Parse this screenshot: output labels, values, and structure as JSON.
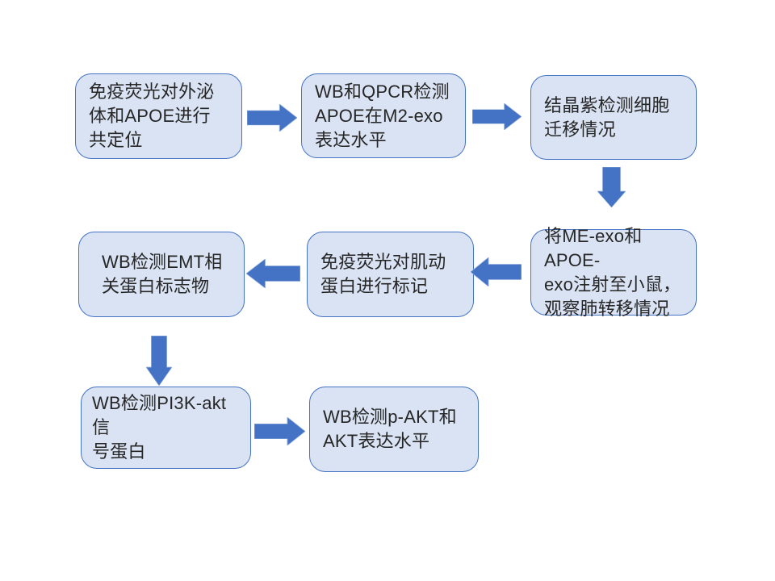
{
  "flowchart": {
    "title": "Experimental workflow flowchart (APOE / M2-exo study)",
    "colors": {
      "background": "#ffffff",
      "box_fill": "#dae3f3",
      "box_border": "#4472c4",
      "arrow_fill": "#4472c4",
      "text": "#262626"
    },
    "boxes": [
      {
        "id": "step-1",
        "text": "免疫荧光对外泌\n体和APOE进行\n共定位"
      },
      {
        "id": "step-2",
        "text": "WB和QPCR检测\nAPOE在M2-exo\n表达水平"
      },
      {
        "id": "step-3",
        "text": "结晶紫检测细胞\n迁移情况"
      },
      {
        "id": "step-4",
        "text": "将ME-exo和APOE-\nexo注射至小鼠，\n观察肺转移情况"
      },
      {
        "id": "step-5",
        "text": "免疫荧光对肌动\n蛋白进行标记"
      },
      {
        "id": "step-6",
        "text": "WB检测EMT相\n关蛋白标志物"
      },
      {
        "id": "step-7",
        "text": "WB检测PI3K-akt信\n号蛋白"
      },
      {
        "id": "step-8",
        "text": "WB检测p-AKT和\nAKT表达水平"
      }
    ],
    "arrows": [
      {
        "from": "step-1",
        "to": "step-2",
        "direction": "right"
      },
      {
        "from": "step-2",
        "to": "step-3",
        "direction": "right"
      },
      {
        "from": "step-3",
        "to": "step-4",
        "direction": "down"
      },
      {
        "from": "step-4",
        "to": "step-5",
        "direction": "left"
      },
      {
        "from": "step-5",
        "to": "step-6",
        "direction": "left"
      },
      {
        "from": "step-6",
        "to": "step-7",
        "direction": "down"
      },
      {
        "from": "step-7",
        "to": "step-8",
        "direction": "right"
      }
    ]
  }
}
